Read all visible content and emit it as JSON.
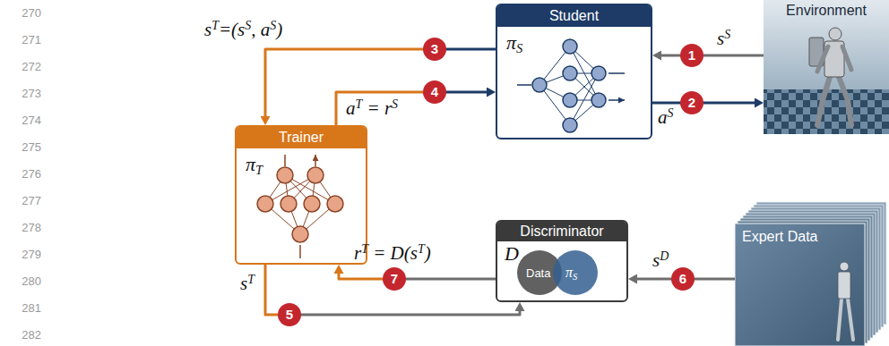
{
  "diagram": {
    "nodes": [
      {
        "text": [
          "Student",
          "πS"
        ]
      },
      {
        "text": [
          "Environment"
        ]
      },
      {
        "text": [
          "Trainer",
          "πT"
        ]
      },
      {
        "text": [
          "Discriminator",
          "D"
        ]
      },
      {
        "text": [
          "Data"
        ],
        "in": 3
      },
      {
        "text": [
          "πS"
        ],
        "in": 3
      },
      {
        "text": [
          "Expert Data"
        ]
      }
    ],
    "edges": [
      {
        "from": 1,
        "to": 0,
        "arrow": "to",
        "label": "sS"
      },
      {
        "from": 0,
        "to": 1,
        "arrow": "to",
        "label": "aS"
      },
      {
        "from": 0,
        "to": 2,
        "arrow": "to",
        "label": "sT=(sS, aS)"
      },
      {
        "from": 2,
        "to": 0,
        "arrow": "to",
        "label": "aT = rS"
      },
      {
        "from": 2,
        "to": 3,
        "arrow": "to",
        "label": "sT"
      },
      {
        "from": 6,
        "to": 3,
        "arrow": "to",
        "label": "sD"
      },
      {
        "from": 3,
        "to": 2,
        "arrow": "to",
        "label": "rT = D(sT)"
      }
    ],
    "labels": [
      "270",
      "271",
      "272",
      "273",
      "274",
      "275",
      "276",
      "277",
      "278",
      "279",
      "280",
      "281",
      "282",
      "1",
      "2",
      "3",
      "4",
      "5",
      "6",
      "7"
    ]
  }
}
